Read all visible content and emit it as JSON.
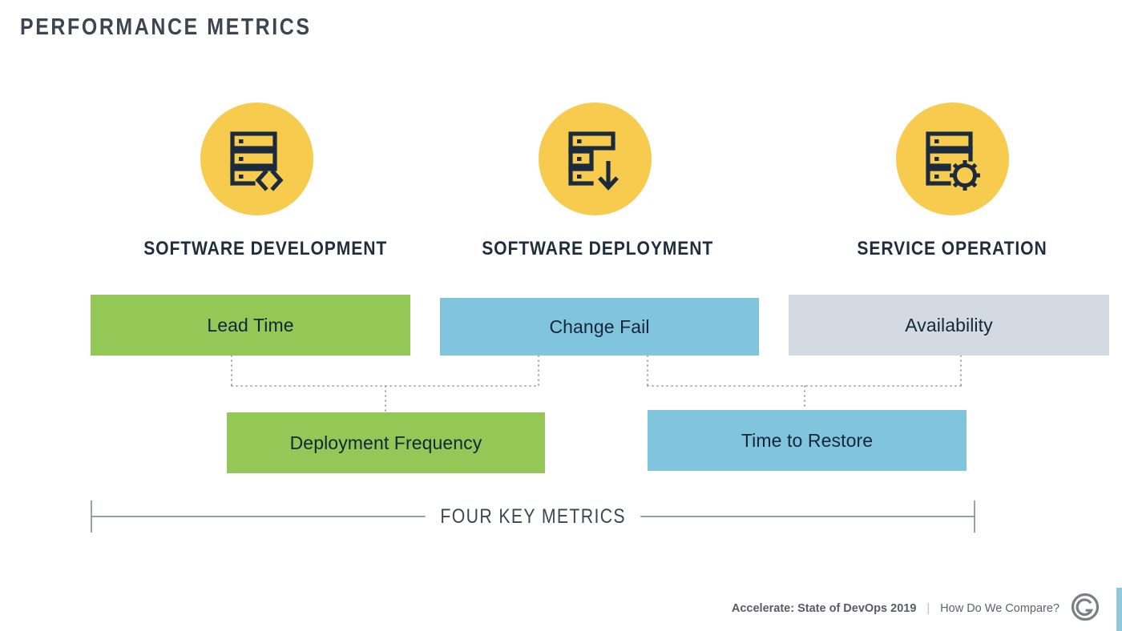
{
  "title": "PERFORMANCE METRICS",
  "colors": {
    "accent_yellow": "#F7CB4D",
    "icon_dark": "#1B2A3C",
    "green": "#93C756",
    "blue": "#80C4DD",
    "gray": "#D4DAE1",
    "title_text": "#3C4652",
    "header_text": "#1F2D3D",
    "connector": "#8E8E8E",
    "bracket": "#8A9099",
    "edge_strip": "#8FC9E0"
  },
  "columns": [
    {
      "header": "SOFTWARE DEVELOPMENT",
      "icon": "server-code-icon"
    },
    {
      "header": "SOFTWARE DEPLOYMENT",
      "icon": "server-download-icon"
    },
    {
      "header": "SERVICE OPERATION",
      "icon": "server-gear-icon"
    }
  ],
  "metrics_top": [
    {
      "label": "Lead Time",
      "color": "#93C756"
    },
    {
      "label": "Change Fail",
      "color": "#80C4DD"
    },
    {
      "label": "Availability",
      "color": "#D4DAE1"
    }
  ],
  "metrics_bottom": [
    {
      "label": "Deployment Frequency",
      "color": "#93C756"
    },
    {
      "label": "Time to Restore",
      "color": "#80C4DD"
    }
  ],
  "bracket_label": "FOUR KEY METRICS",
  "footer": {
    "report": "Accelerate: State of DevOps 2019",
    "divider": "|",
    "subtitle": "How Do We Compare?",
    "logo_letter": "G"
  }
}
